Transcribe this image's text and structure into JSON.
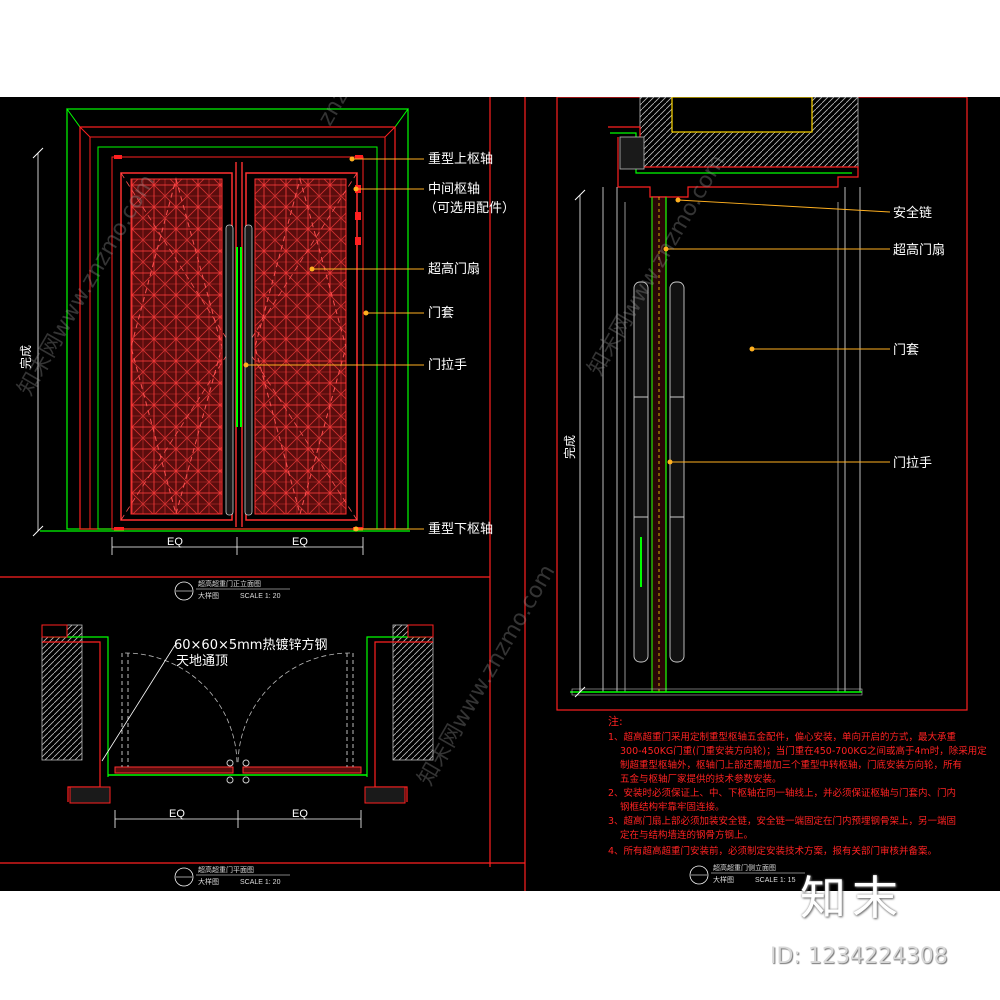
{
  "front_elevation": {
    "callouts": [
      "重型上枢轴",
      "中间枢轴",
      "（可选用配件）",
      "超高门扇",
      "门套",
      "门拉手",
      "重型下枢轴"
    ],
    "height_dim": "完成",
    "eq_left": "EQ",
    "eq_right": "EQ",
    "title": "超高超重门正立面图",
    "subtitle": "大样图",
    "scale": "SCALE 1: 20"
  },
  "plan_view": {
    "callout_line1": "60×60×5mm热镀锌方钢",
    "callout_line2": "天地通顶",
    "eq_left": "EQ",
    "eq_right": "EQ",
    "title": "超高超重门平面图",
    "subtitle": "大样图",
    "scale": "SCALE 1: 20"
  },
  "section_view": {
    "callouts": [
      "安全链",
      "超高门扇",
      "门套",
      "门拉手"
    ],
    "height_dim": "完成",
    "title": "超高超重门侧立面图",
    "subtitle": "大样图",
    "scale": "SCALE 1: 15"
  },
  "notes": {
    "heading": "注:",
    "items": [
      "1、超高超重门采用定制重型枢轴五金配件，偏心安装，单向开启的方式，最大承重",
      "300-450KG门重(门重安装方向轮)；当门重在450-700KG之间或高于4m时，除采用定",
      "制超重型枢轴外，枢轴门上部还需增加三个重型中转枢轴，门底安装方向轮，所有",
      "五金与枢轴厂家提供的技术参数安装。",
      "2、安装时必须保证上、中、下枢轴在同一轴线上，并必须保证枢轴与门套内、门内",
      "钢框结构牢靠牢固连接。",
      "3、超高门扇上部必须加装安全链，安全链一端固定在门内预埋钢骨架上，另一端固",
      "定在与结构墙连的钢骨方钢上。",
      "4、所有超高超重门安装前，必须制定安装技术方案，报有关部门审核并备案。"
    ]
  },
  "watermark": "znzmo.com",
  "watermark_cn": "知末网www.znzmo.com",
  "brand_logo": "知末",
  "image_id": "ID: 1234224308",
  "colors": {
    "background": "#000000",
    "frame": "#ff0000",
    "door_leaf": "#c41a1a",
    "outline": "#00ff00",
    "dimension": "#ffffff",
    "leader": "#ffb020",
    "notes": "#ff2222"
  }
}
